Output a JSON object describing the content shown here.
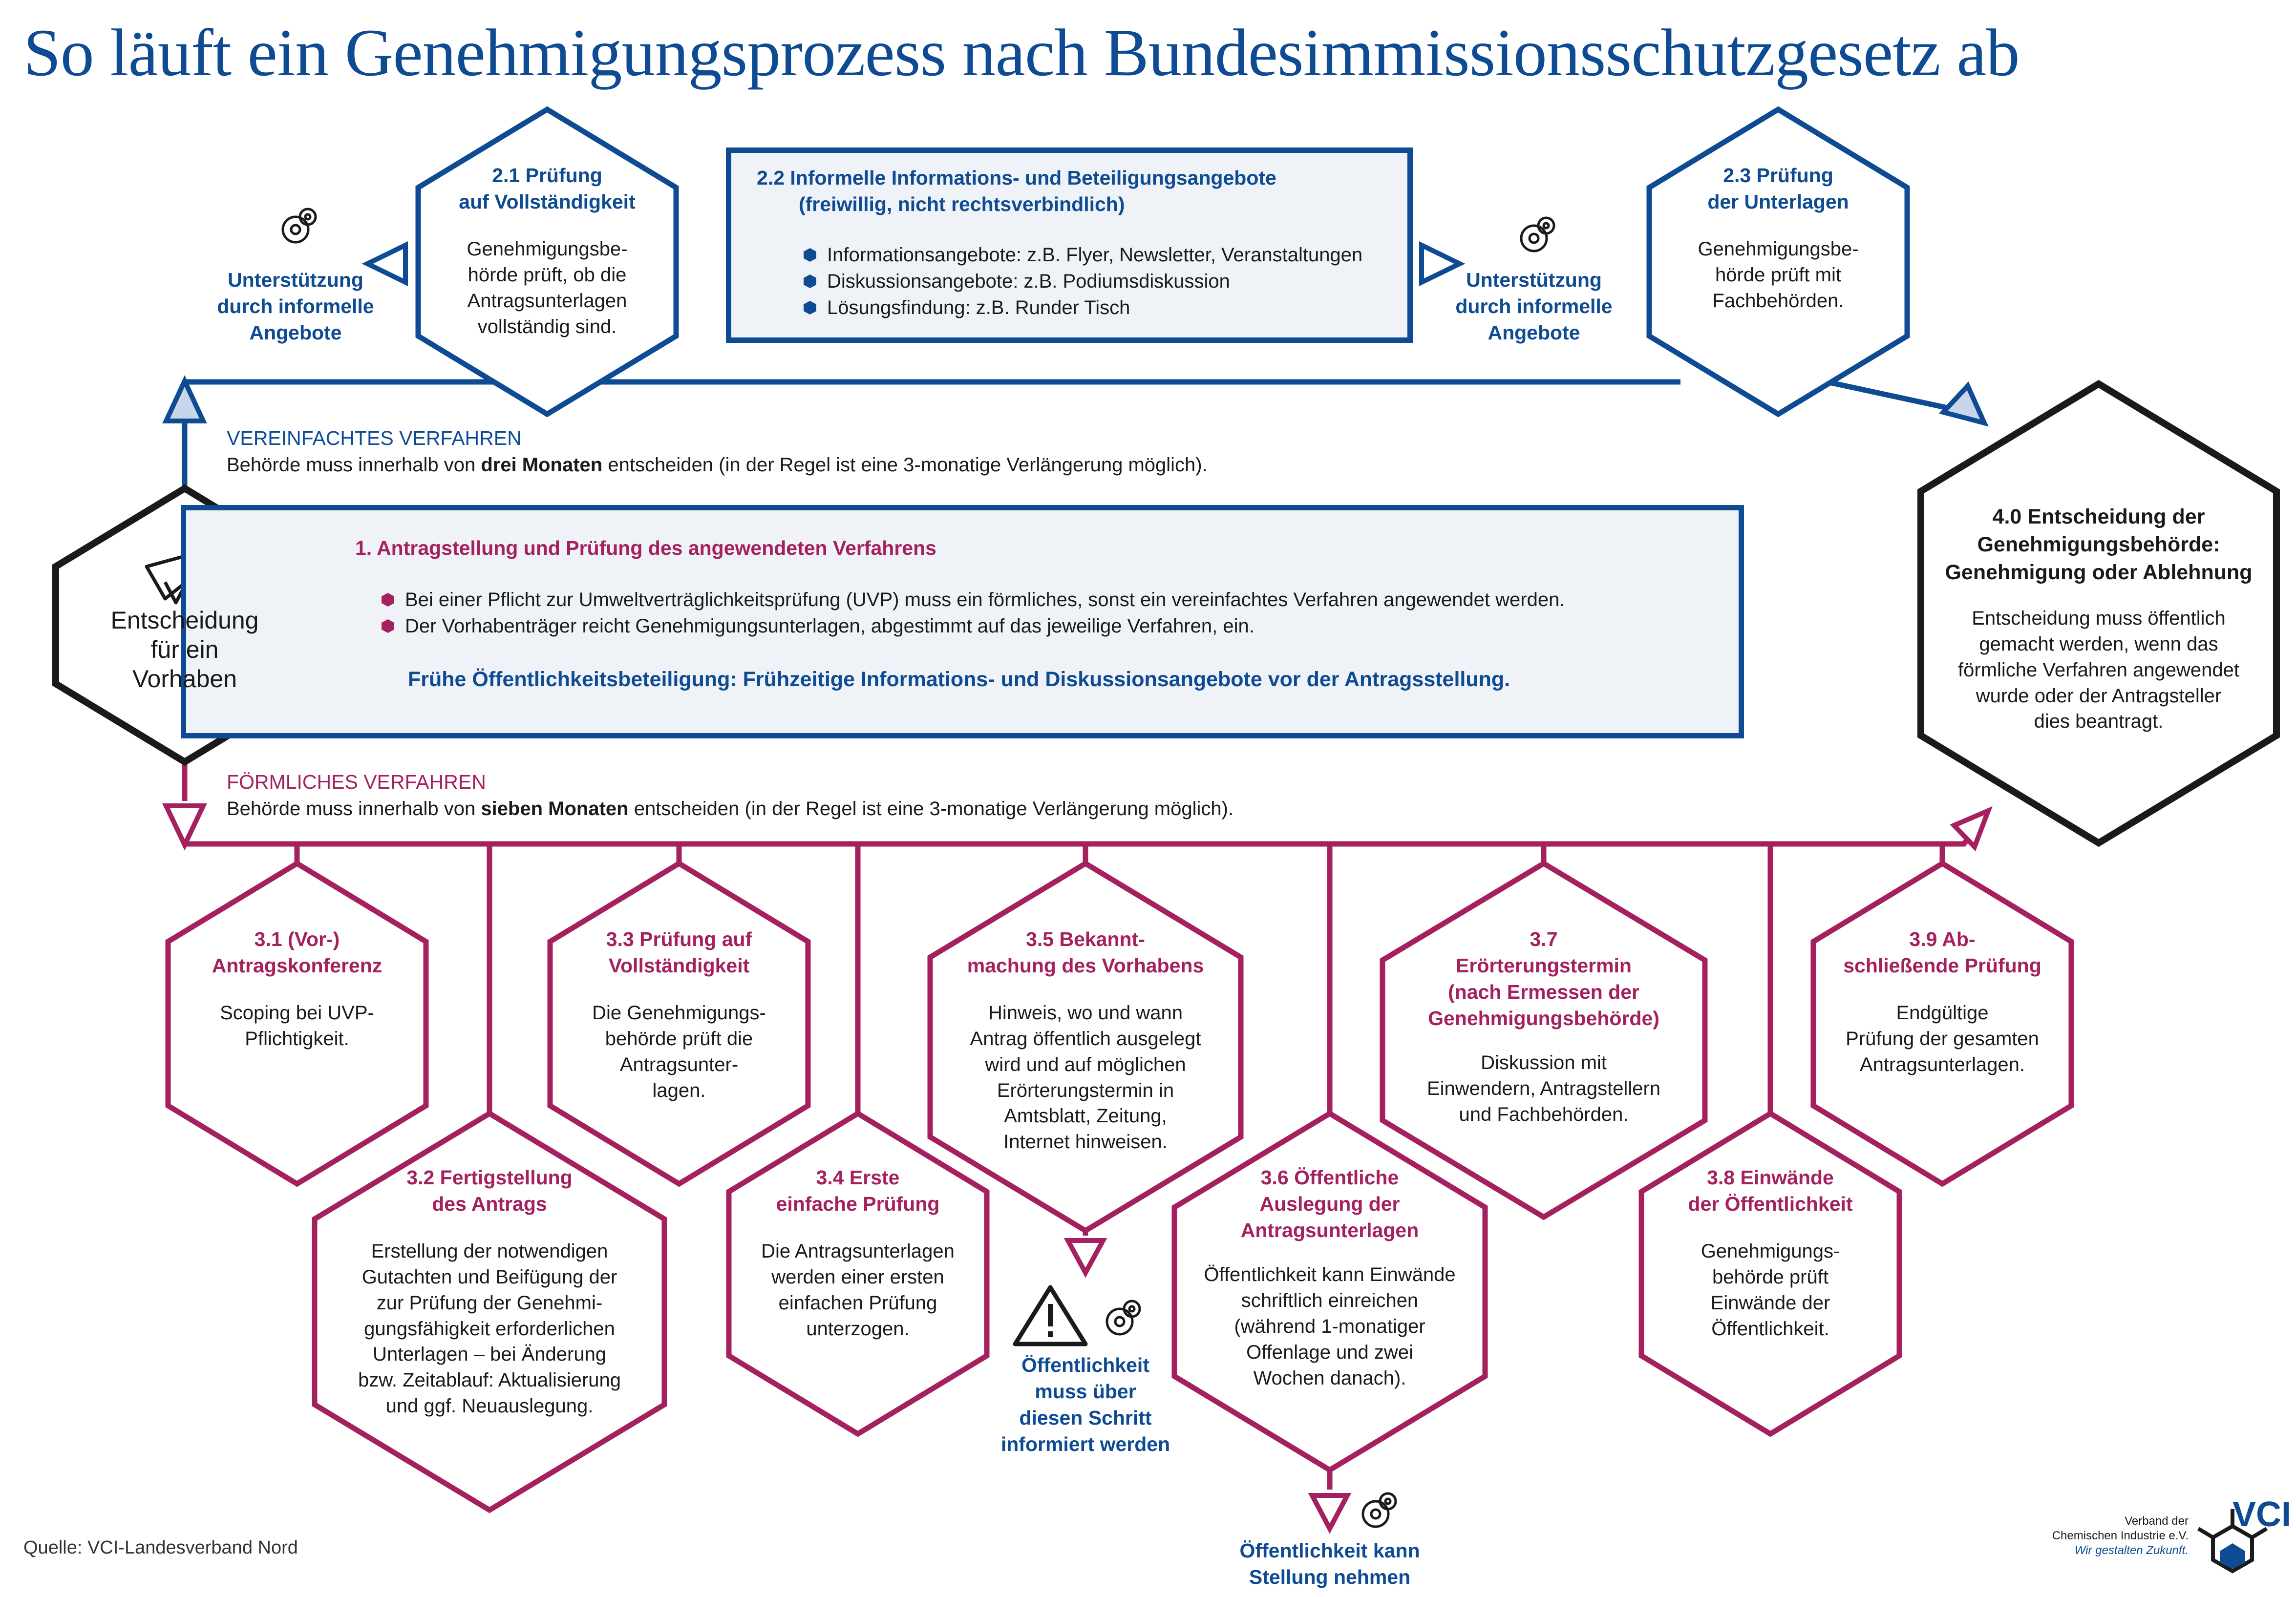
{
  "title": "So läuft ein Genehmigungsprozess nach Bundesimmissionsschutzgesetz ab",
  "colors": {
    "blue": "#0e4b93",
    "magenta": "#a4205f",
    "black": "#1a1a1a",
    "box_fill": "#eff2f7"
  },
  "step_2_1": {
    "title_1": "2.1 Prüfung",
    "title_2": "auf Vollständigkeit",
    "body": [
      "Genehmigungsbe-",
      "hörde prüft, ob die",
      "Antragsunterlagen",
      "vollständig sind."
    ]
  },
  "step_2_2": {
    "title_1": "2.2 Informelle Informations- und Beteiligungsangebote",
    "title_2": "(freiwillig, nicht rechtsverbindlich)",
    "items": [
      "Informationsangebote: z.B. Flyer, Newsletter, Veranstaltungen",
      "Diskussionsangebote: z.B. Podiumsdiskussion",
      "Lösungsfindung: z.B. Runder Tisch"
    ]
  },
  "step_2_3": {
    "title_1": "2.3 Prüfung",
    "title_2": "der Unterlagen",
    "body": [
      "Genehmigungsbe-",
      "hörde prüft mit",
      "Fachbehörden."
    ]
  },
  "support_left": [
    "Unterstützung",
    "durch informelle",
    "Angebote"
  ],
  "support_right": [
    "Unterstützung",
    "durch informelle",
    "Angebote"
  ],
  "vereinfacht": {
    "heading": "VEREINFACHTES VERFAHREN",
    "text_pre": "Behörde muss innerhalb von ",
    "text_bold": "drei Monaten",
    "text_post": " entscheiden (in der Regel ist eine 3-monatige Verlängerung möglich)."
  },
  "foermlich": {
    "heading": "FÖRMLICHES VERFAHREN",
    "text_pre": "Behörde muss innerhalb von ",
    "text_bold": "sieben Monaten",
    "text_post": " entscheiden (in der Regel ist eine 3-monatige Verlängerung möglich)."
  },
  "start": {
    "lines": [
      "Entscheidung",
      "für ein",
      "Vorhaben"
    ],
    "icon": "paper-plane-icon"
  },
  "step_1": {
    "title": "1. Antragstellung und Prüfung des angewendeten Verfahrens",
    "items": [
      "Bei einer Pflicht zur Umweltverträglichkeitsprüfung (UVP) muss ein förmliches, sonst ein vereinfachtes Verfahren angewendet werden.",
      "Der Vorhabenträger reicht Genehmigungsunterlagen, abgestimmt auf das jeweilige Verfahren, ein."
    ],
    "note": "Frühe Öffentlichkeitsbeteiligung: Frühzeitige Informations- und Diskussionsangebote vor der Antragsstellung."
  },
  "step_4_0": {
    "title": [
      "4.0 Entscheidung der",
      "Genehmigungsbehörde:",
      "Genehmigung oder Ablehnung"
    ],
    "body": [
      "Entscheidung muss öffentlich",
      "gemacht werden, wenn das",
      "förmliche Verfahren angewendet",
      "wurde oder der Antragsteller",
      "dies beantragt."
    ]
  },
  "step_3_1": {
    "title": [
      "3.1 (Vor-)",
      "Antragskonferenz"
    ],
    "body": [
      "Scoping bei UVP-",
      "Pflichtigkeit."
    ]
  },
  "step_3_2": {
    "title": [
      "3.2 Fertigstellung",
      "des Antrags"
    ],
    "body": [
      "Erstellung der notwendigen",
      "Gutachten und Beifügung der",
      "zur Prüfung der Genehmi-",
      "gungsfähigkeit erforderlichen",
      "Unterlagen – bei Änderung",
      "bzw. Zeitablauf: Aktualisierung",
      "und ggf. Neuauslegung."
    ]
  },
  "step_3_3": {
    "title": [
      "3.3 Prüfung auf",
      "Vollständigkeit"
    ],
    "body": [
      "Die Genehmigungs-",
      "behörde prüft die",
      "Antragsunter-",
      "lagen."
    ]
  },
  "step_3_4": {
    "title": [
      "3.4 Erste",
      "einfache Prüfung"
    ],
    "body": [
      "Die Antragsunterlagen",
      "werden einer ersten",
      "einfachen Prüfung",
      "unterzogen."
    ]
  },
  "step_3_5": {
    "title": [
      "3.5 Bekannt-",
      "machung des Vorhabens"
    ],
    "body": [
      "Hinweis, wo und wann",
      "Antrag öffentlich ausgelegt",
      "wird und auf möglichen",
      "Erörterungstermin in",
      "Amtsblatt, Zeitung,",
      "Internet hinweisen."
    ]
  },
  "step_3_6": {
    "title": [
      "3.6 Öffentliche",
      "Auslegung der",
      "Antragsunterlagen"
    ],
    "body": [
      "Öffentlichkeit kann Einwände",
      "schriftlich einreichen",
      "(während 1-monatiger",
      "Offenlage und zwei",
      "Wochen danach)."
    ]
  },
  "step_3_7": {
    "title": [
      "3.7",
      "Erörterungstermin",
      "(nach Ermessen der",
      "Genehmigungsbehörde)"
    ],
    "body": [
      "Diskussion mit",
      "Einwendern, Antragstellern",
      "und  Fachbehörden."
    ]
  },
  "step_3_8": {
    "title": [
      "3.8 Einwände",
      "der Öffentlichkeit"
    ],
    "body": [
      "Genehmigungs-",
      "behörde prüft",
      "Einwände der",
      "Öffentlichkeit."
    ]
  },
  "step_3_9": {
    "title": [
      "3.9 Ab-",
      "schließende Prüfung"
    ],
    "body": [
      "Endgültige",
      "Prüfung der gesamten",
      "Antragsunterlagen."
    ]
  },
  "note_3_5": [
    "Öffentlichkeit",
    "muss über",
    "diesen Schritt",
    "informiert werden"
  ],
  "note_3_6": [
    "Öffentlichkeit kann",
    "Stellung nehmen"
  ],
  "source": "Quelle: VCI-Landesverband Nord",
  "logo": {
    "line1": "Verband der",
    "line2": "Chemischen Industrie e.V.",
    "slogan": "Wir gestalten Zukunft.",
    "mark": "VCI"
  }
}
